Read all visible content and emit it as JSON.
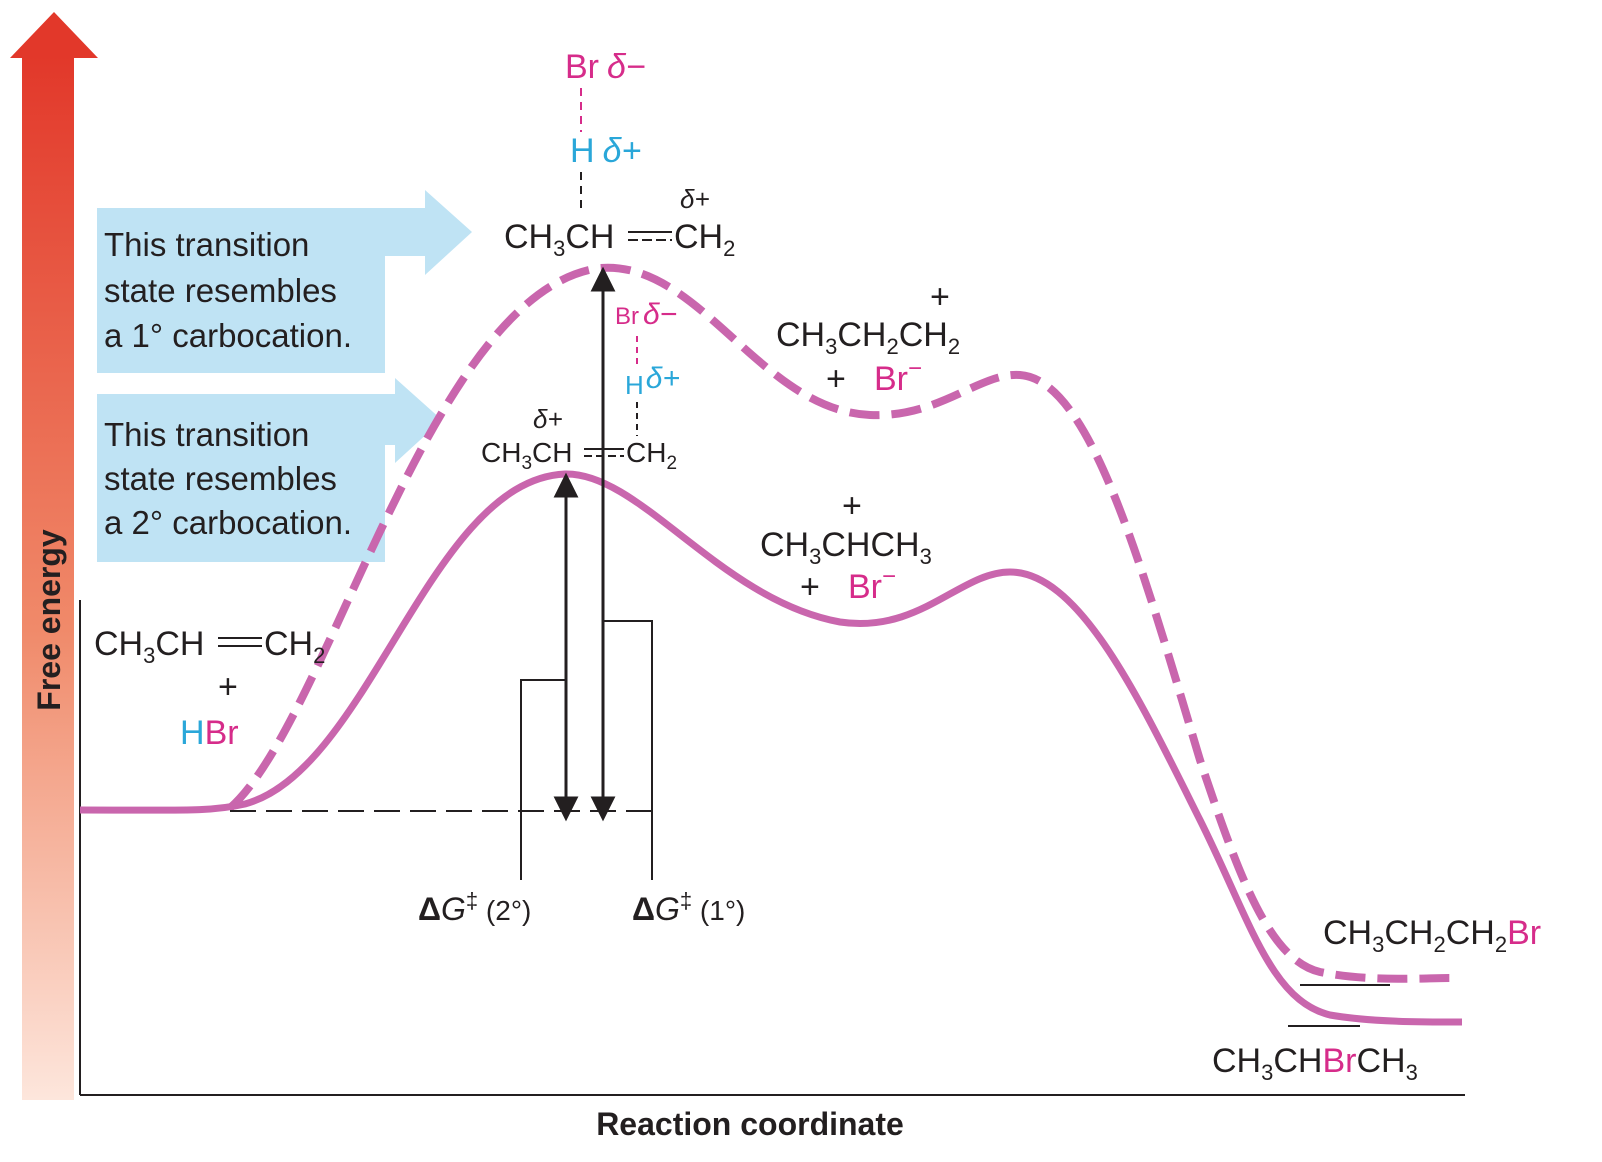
{
  "axes": {
    "y_label": "Free energy",
    "x_label": "Reaction coordinate"
  },
  "colors": {
    "curve": "#c966ad",
    "pink_text": "#d62c8a",
    "cyan_text": "#2aa7d9",
    "callout_fill": "#bfe3f4",
    "arrow_top": "#e2382a",
    "text": "#231f20"
  },
  "callouts": [
    {
      "lines": [
        "This transition",
        "state resembles",
        "a 1° carbocation."
      ]
    },
    {
      "lines": [
        "This transition",
        "state resembles",
        "a 2° carbocation."
      ]
    }
  ],
  "curves": {
    "primary": {
      "style": "dashed"
    },
    "secondary": {
      "style": "solid"
    }
  },
  "labels": {
    "reactants": {
      "formula": [
        "CH",
        "3",
        "CH",
        "CH",
        "2"
      ],
      "plus": "+",
      "hbr_h": "H",
      "hbr_br": "Br"
    },
    "ts1": {
      "br": "Br",
      "br_delta": "δ−",
      "h": "H",
      "h_delta": "δ+",
      "c_delta": "δ+",
      "formula": [
        "CH",
        "3",
        "CH",
        "CH",
        "2"
      ]
    },
    "ts2": {
      "br": "Br",
      "br_delta": "δ−",
      "h": "H",
      "h_delta": "δ+",
      "c_delta": "δ+",
      "formula": [
        "CH",
        "3",
        "CH",
        "CH",
        "2"
      ]
    },
    "int1": {
      "charge": "+",
      "formula": [
        "CH",
        "3",
        "CH",
        "2",
        "CH",
        "2"
      ],
      "plus": "+",
      "br": "Br",
      "br_charge": "−"
    },
    "int2": {
      "charge": "+",
      "formula": [
        "CH",
        "3",
        "CHCH",
        "3"
      ],
      "plus": "+",
      "br": "Br",
      "br_charge": "−"
    },
    "dg2": {
      "delta": "Δ",
      "g": "G",
      "dagger": "‡",
      "note": " (2°)"
    },
    "dg1": {
      "delta": "Δ",
      "g": "G",
      "dagger": "‡",
      "note": " (1°)"
    },
    "prod1": {
      "parts": [
        "CH",
        "3",
        "CH",
        "2",
        "CH",
        "2",
        "Br"
      ]
    },
    "prod2": {
      "parts": [
        "CH",
        "3",
        "CH",
        "Br",
        "CH",
        "3"
      ]
    }
  }
}
